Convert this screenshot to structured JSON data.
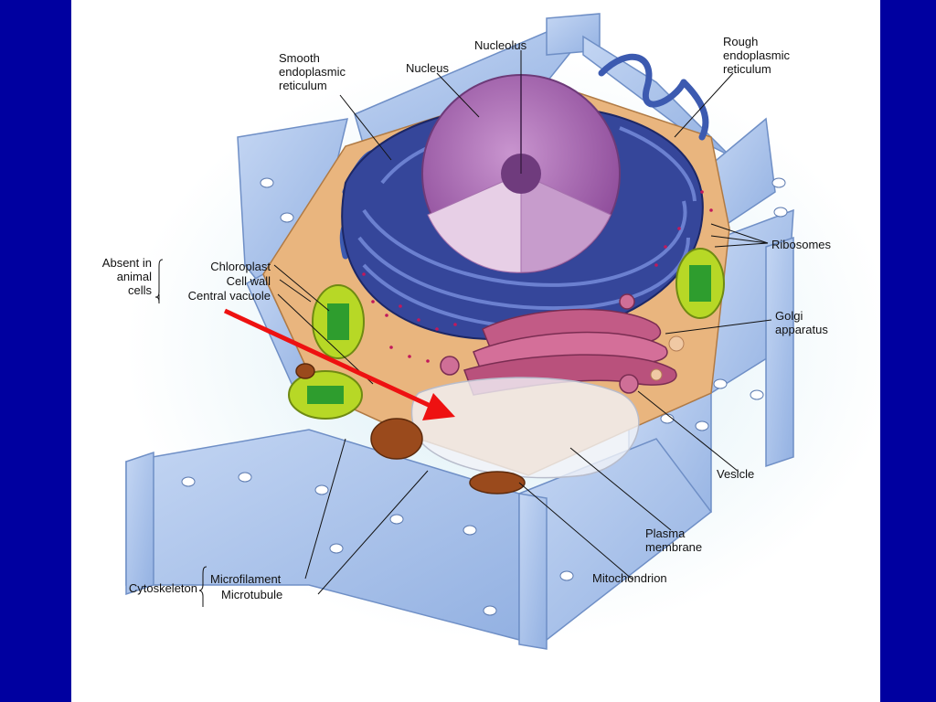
{
  "colors": {
    "background": "#0000a0",
    "panel": "#ffffff",
    "cell_wall": "#a9c3ec",
    "cytoplasm": "#e8b27a",
    "nucleus": "#b06fb5",
    "er": "#3a4fa8",
    "golgi": "#c25b86",
    "chloroplast": "#9fd12a",
    "mitochondrion": "#9a4a1c",
    "arrow": "#ee1111"
  },
  "labels": {
    "smooth_er": [
      "Smooth",
      "endoplasmic",
      "reticulum"
    ],
    "nucleus": "Nucleus",
    "nucleolus": "Nucleolus",
    "rough_er": [
      "Rough",
      "endoplasmic",
      "reticulum"
    ],
    "absent_group": [
      "Absent in",
      "animal",
      "cells"
    ],
    "chloroplast": "Chloroplast",
    "cell_wall": "Cell wall",
    "central_vacuole": "Central vacuole",
    "ribosomes": "Ribosomes",
    "golgi": [
      "Golgi",
      "apparatus"
    ],
    "vesicle": "Vesicle",
    "plasma_membrane": [
      "Plasma",
      "membrane"
    ],
    "mitochondrion": "Mitochondrion",
    "cytoskeleton": "Cytoskeleton",
    "microfilament": "Microfilament",
    "microtubule": "Microtubule"
  },
  "icons": {
    "arrow": "red-arrow-icon"
  }
}
